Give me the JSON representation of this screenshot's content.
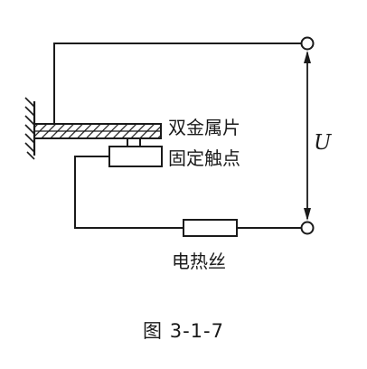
{
  "diagram": {
    "labels": {
      "bimetal_strip": "双金属片",
      "fixed_contact": "固定触点",
      "heating_wire": "电热丝",
      "voltage": "U"
    },
    "caption": "图 3-1-7",
    "colors": {
      "ink": "#1a1a1a",
      "background": "#ffffff"
    }
  }
}
